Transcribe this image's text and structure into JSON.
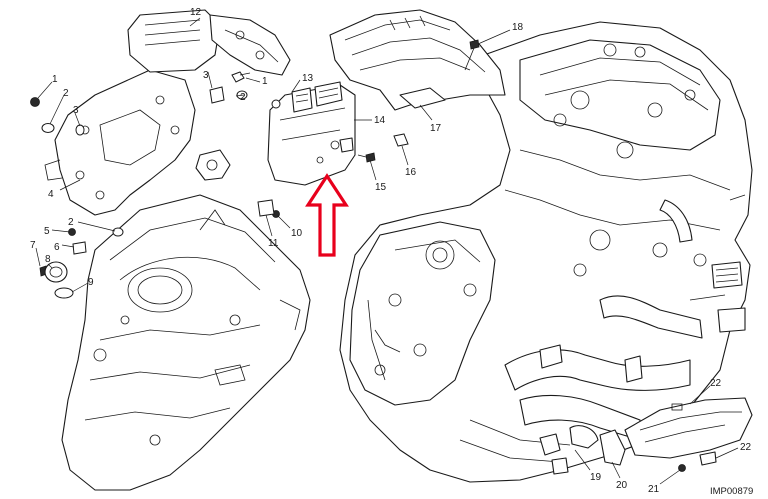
{
  "diagram": {
    "reference_code": "IMP00879",
    "callouts": {
      "c1a": "1",
      "c1b": "1",
      "c2a": "2",
      "c2b": "2",
      "c2c": "2",
      "c3a": "3",
      "c3b": "3",
      "c4": "4",
      "c5": "5",
      "c6": "6",
      "c7": "7",
      "c8": "8",
      "c9": "9",
      "c10": "10",
      "c11": "11",
      "c12": "12",
      "c13": "13",
      "c14": "14",
      "c15": "15",
      "c16": "16",
      "c17": "17",
      "c18": "18",
      "c19": "19",
      "c20": "20",
      "c21": "21",
      "c22a": "22",
      "c22b": "22"
    },
    "arrow_color": "#e8001c"
  }
}
